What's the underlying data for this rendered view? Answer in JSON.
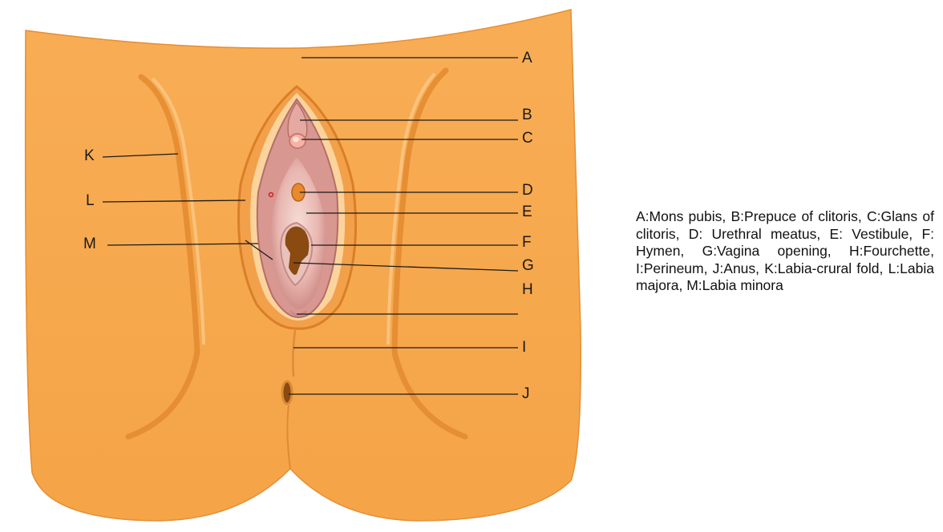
{
  "diagram": {
    "labels": [
      {
        "id": "A",
        "letter": "A"
      },
      {
        "id": "B",
        "letter": "B"
      },
      {
        "id": "C",
        "letter": "C"
      },
      {
        "id": "D",
        "letter": "D"
      },
      {
        "id": "E",
        "letter": "E"
      },
      {
        "id": "F",
        "letter": "F"
      },
      {
        "id": "G",
        "letter": "G"
      },
      {
        "id": "H",
        "letter": "H"
      },
      {
        "id": "I",
        "letter": "I"
      },
      {
        "id": "J",
        "letter": "J"
      },
      {
        "id": "K",
        "letter": "K"
      },
      {
        "id": "L",
        "letter": "L"
      },
      {
        "id": "M",
        "letter": "M"
      }
    ],
    "legend_entries": [
      "A:Mons pubis,",
      "B:Prepuce of clitoris,",
      "C:Glans of clitoris,",
      "D: Urethral meatus,",
      "E: Vestibule,",
      "F: Hymen,",
      "G:Vagina opening,",
      "H:Fourchette,",
      "I:Perineum,",
      "J:Anus,",
      "K:Labia-crural fold,",
      "L:Labia majora,",
      "M:Labia minora"
    ],
    "colors": {
      "skin": "#f7a94f",
      "skin_light": "#fbc57a",
      "skin_dark": "#e8903a",
      "mucosa": "#e8b6b0",
      "mucosa_dark": "#c98b86",
      "opening": "#8a4a10",
      "line": "#1a1a1a"
    }
  }
}
